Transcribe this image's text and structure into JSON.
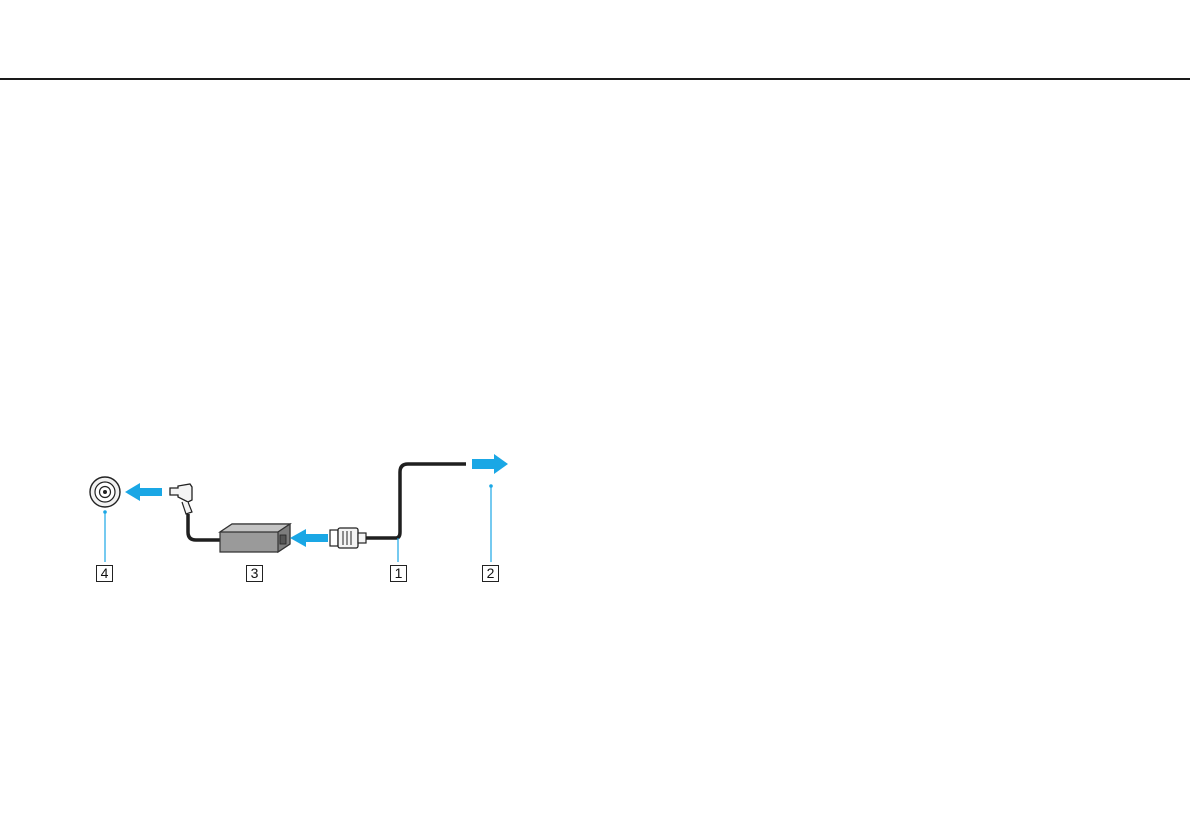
{
  "callouts": {
    "ac_cord": "1",
    "ac_outlet": "2",
    "ac_adapter": "3",
    "dc_in_port": "4"
  },
  "colors": {
    "arrow": "#1aa7e5",
    "leader": "#1aa7e5",
    "cable": "#1f1f1f",
    "adapter_top": "#bdbdbd",
    "adapter_side": "#8f8f8f",
    "rule": "#1a1a1a"
  }
}
